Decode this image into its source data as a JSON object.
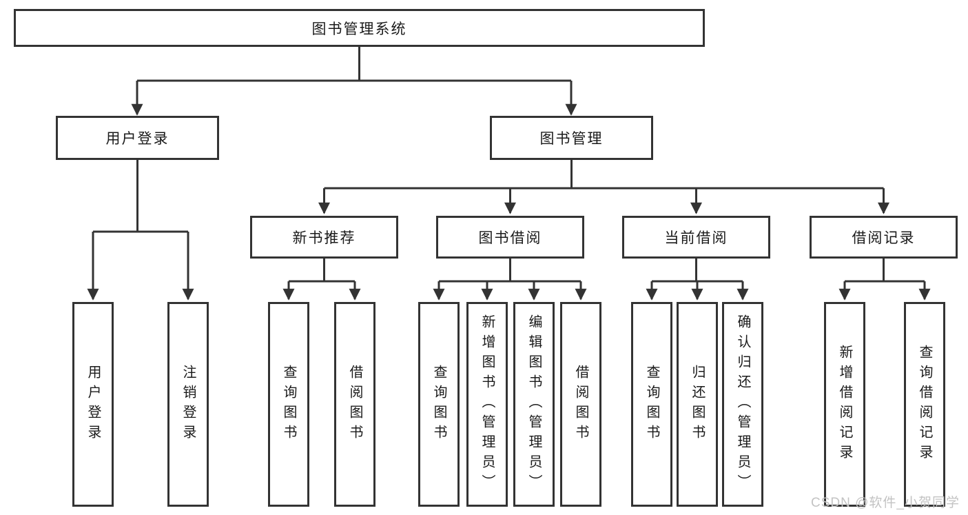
{
  "nodes": {
    "root": {
      "label": "图书管理系统"
    },
    "userLogin": {
      "label": "用户登录",
      "children": [
        "用户登录",
        "注销登录"
      ]
    },
    "bookMgmt": {
      "label": "图书管理"
    },
    "newBookRec": {
      "label": "新书推荐",
      "children": [
        "查询图书",
        "借阅图书"
      ]
    },
    "bookBorrow": {
      "label": "图书借阅",
      "children": [
        "查询图书",
        "新增图书（管理员）",
        "编辑图书（管理员）",
        "借阅图书"
      ]
    },
    "currentBorrow": {
      "label": "当前借阅",
      "children": [
        "查询图书",
        "归还图书",
        "确认归还（管理员）"
      ]
    },
    "borrowRecords": {
      "label": "借阅记录",
      "children": [
        "新增借阅记录",
        "查询借阅记录"
      ]
    }
  },
  "watermark": "CSDN @软件_小贺同学",
  "colors": {
    "line": "#333333",
    "text": "#1a1a1a",
    "box_background": "#ffffff",
    "watermark": "#c3c3c3"
  }
}
